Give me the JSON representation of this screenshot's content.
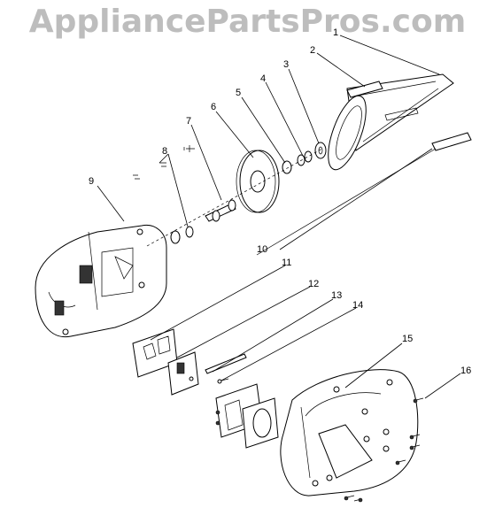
{
  "header": {
    "watermark": "AppliancePartsPros.com"
  },
  "callouts": [
    {
      "id": "c1",
      "label": "1"
    },
    {
      "id": "c2",
      "label": "2"
    },
    {
      "id": "c3",
      "label": "3"
    },
    {
      "id": "c4",
      "label": "4"
    },
    {
      "id": "c5",
      "label": "5"
    },
    {
      "id": "c6",
      "label": "6"
    },
    {
      "id": "c7",
      "label": "7"
    },
    {
      "id": "c8",
      "label": "8"
    },
    {
      "id": "c9",
      "label": "9"
    },
    {
      "id": "c10",
      "label": "10"
    },
    {
      "id": "c11",
      "label": "11"
    },
    {
      "id": "c12",
      "label": "12"
    },
    {
      "id": "c13",
      "label": "13"
    },
    {
      "id": "c14",
      "label": "14"
    },
    {
      "id": "c15",
      "label": "15"
    },
    {
      "id": "c16",
      "label": "16"
    }
  ]
}
